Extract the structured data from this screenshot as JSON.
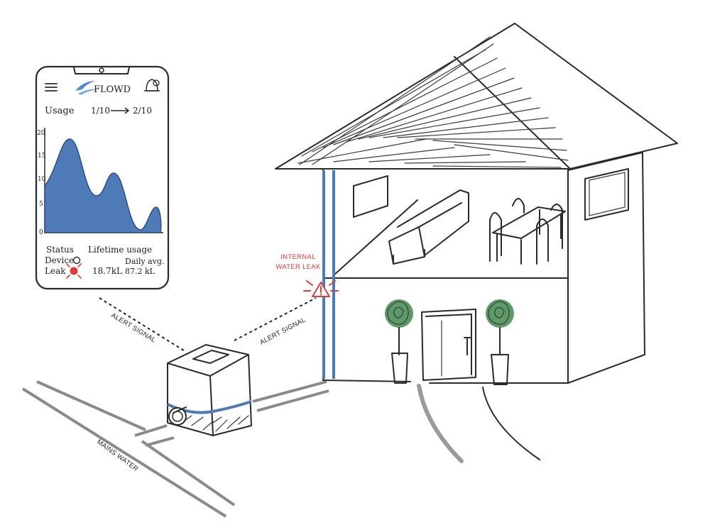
{
  "app": {
    "name": "FLOWD",
    "usage_label": "Usage",
    "date_from": "1/10",
    "date_to": "2/10",
    "status_label": "Status",
    "device_label": "Device",
    "device_state": "Leak",
    "lifetime_label": "Lifetime usage",
    "lifetime_value": "18.7kL",
    "daily_label": "Daily avg.",
    "daily_value": "87.2 kL",
    "y_ticks": [
      "20",
      "15",
      "10",
      "5",
      "0"
    ]
  },
  "labels": {
    "alert_left": "ALERT SIGNAL",
    "alert_right": "ALERT SIGNAL",
    "leak_line1": "INTERNAL",
    "leak_line2": "WATER LEAK",
    "mains": "MAINS WATER"
  },
  "colors": {
    "water_blue": "#4f7ab8",
    "leak_red": "#e23b3b",
    "plant_green": "#3f8a4c",
    "ink": "#2a2a2a",
    "road_grey": "#8a8a8a"
  }
}
